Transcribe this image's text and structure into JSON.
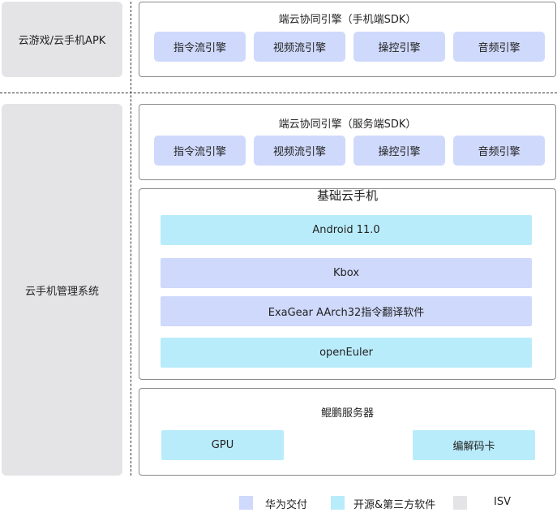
{
  "left": {
    "top_label": "云游戏/云手机APK",
    "bottom_label": "云手机管理系统"
  },
  "phone_sdk": {
    "title": "端云协同引擎（手机端SDK）",
    "engines": [
      "指令流引擎",
      "视频流引擎",
      "操控引擎",
      "音频引擎"
    ]
  },
  "server_sdk": {
    "title": "端云协同引擎（服务端SDK）",
    "engines": [
      "指令流引擎",
      "视频流引擎",
      "操控引擎",
      "音频引擎"
    ]
  },
  "base_phone": {
    "title": "基础云手机",
    "layers": [
      "Android 11.0",
      "Kbox",
      "ExaGear AArch32指令翻译软件",
      "openEuler"
    ]
  },
  "kunpeng": {
    "title": "鲲鹏服务器",
    "items": [
      "GPU",
      "编解码卡"
    ]
  },
  "legend": [
    {
      "label": "华为交付",
      "color": "#cfd9fb"
    },
    {
      "label": "开源&第三方软件",
      "color": "#b9ecfb"
    },
    {
      "label": "ISV",
      "color": "#e4e4e6"
    }
  ]
}
